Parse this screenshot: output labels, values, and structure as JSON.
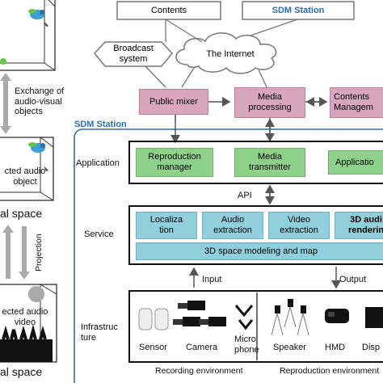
{
  "colors": {
    "station_blue": "#2f6fb5",
    "pink": "#d9a7bd",
    "green": "#8fd18a",
    "teal": "#8fd0dc"
  },
  "left": {
    "exchange": [
      "Exchange of",
      "audio-visual",
      "objects"
    ],
    "object_label": [
      "cted audio",
      "object"
    ],
    "space_top": "al space",
    "projection": "Projection",
    "bottom_obj": [
      "ected audio",
      "video"
    ],
    "space_bottom": "al space"
  },
  "top": {
    "contents": "Contents",
    "sdm_station": "SDM Station",
    "broadcast": [
      "Broadcast",
      "system"
    ],
    "internet": "The Internet",
    "public_mixer": "Public mixer",
    "media_processing": [
      "Media",
      "processing"
    ],
    "contents_mgmt": [
      "Contents",
      "Managem"
    ]
  },
  "station": {
    "title": "SDM Station",
    "layers": {
      "application": "Application",
      "service": "Service",
      "infrastructure": [
        "Infrastruc",
        "ture"
      ]
    },
    "app_boxes": [
      [
        "Reproduction",
        "manager"
      ],
      [
        "Media",
        "transmitter"
      ],
      [
        "Applicatio"
      ]
    ],
    "api": "API",
    "service_boxes": [
      [
        "Localiza",
        "tion"
      ],
      [
        "Audio",
        "extraction"
      ],
      [
        "Video",
        "extraction"
      ],
      [
        "3D audi",
        "renderin"
      ]
    ],
    "space_modeling": "3D space modeling and map",
    "input": "Input",
    "output": "Output",
    "devices_rec": [
      "Sensor",
      "Camera",
      "Micro",
      "phone"
    ],
    "devices_rep": [
      "Speaker",
      "HMD",
      "Disp"
    ],
    "env_rec": "Recording environment",
    "env_rep": "Reproduction environment"
  }
}
